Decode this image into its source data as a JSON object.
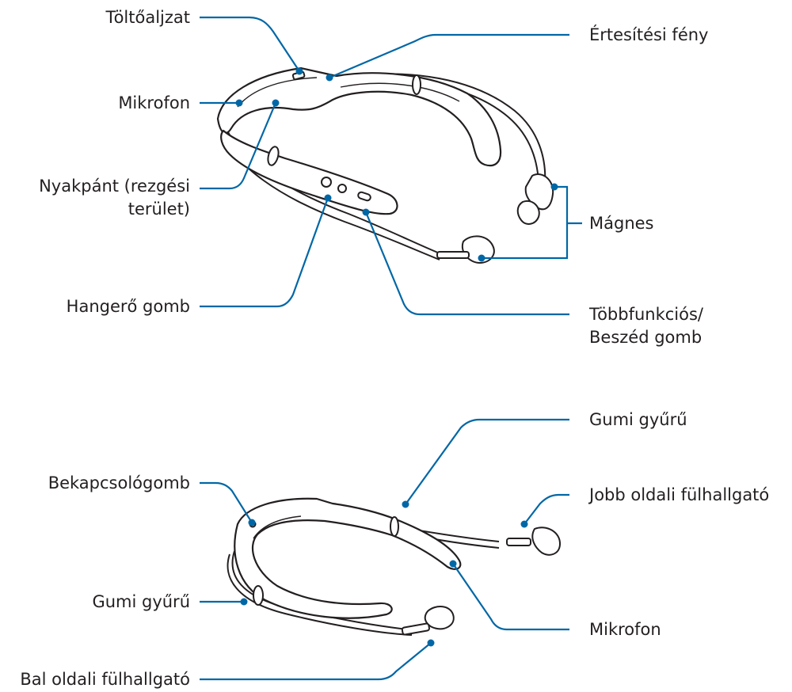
{
  "labels": {
    "charging_port": "Töltőaljzat",
    "microphone_top": "Mikrofon",
    "neckband_line1": "Nyakpánt (rezgési",
    "neckband_line2": "terület)",
    "volume_button": "Hangerő gomb",
    "notification_light": "Értesítési fény",
    "magnet": "Mágnes",
    "multifunction_line1": "Többfunkciós/",
    "multifunction_line2": "Beszéd gomb",
    "power_button": "Bekapcsológomb",
    "rubber_ring_bottom_left": "Gumi gyűrű",
    "left_earphone": "Bal oldali fülhallgató",
    "rubber_ring_bottom_top": "Gumi gyűrű",
    "right_earphone": "Jobb oldali fülhallgató",
    "microphone_bottom": "Mikrofon"
  },
  "colors": {
    "leader": "#0067a6",
    "outline": "#231f20",
    "text": "#231f20"
  }
}
